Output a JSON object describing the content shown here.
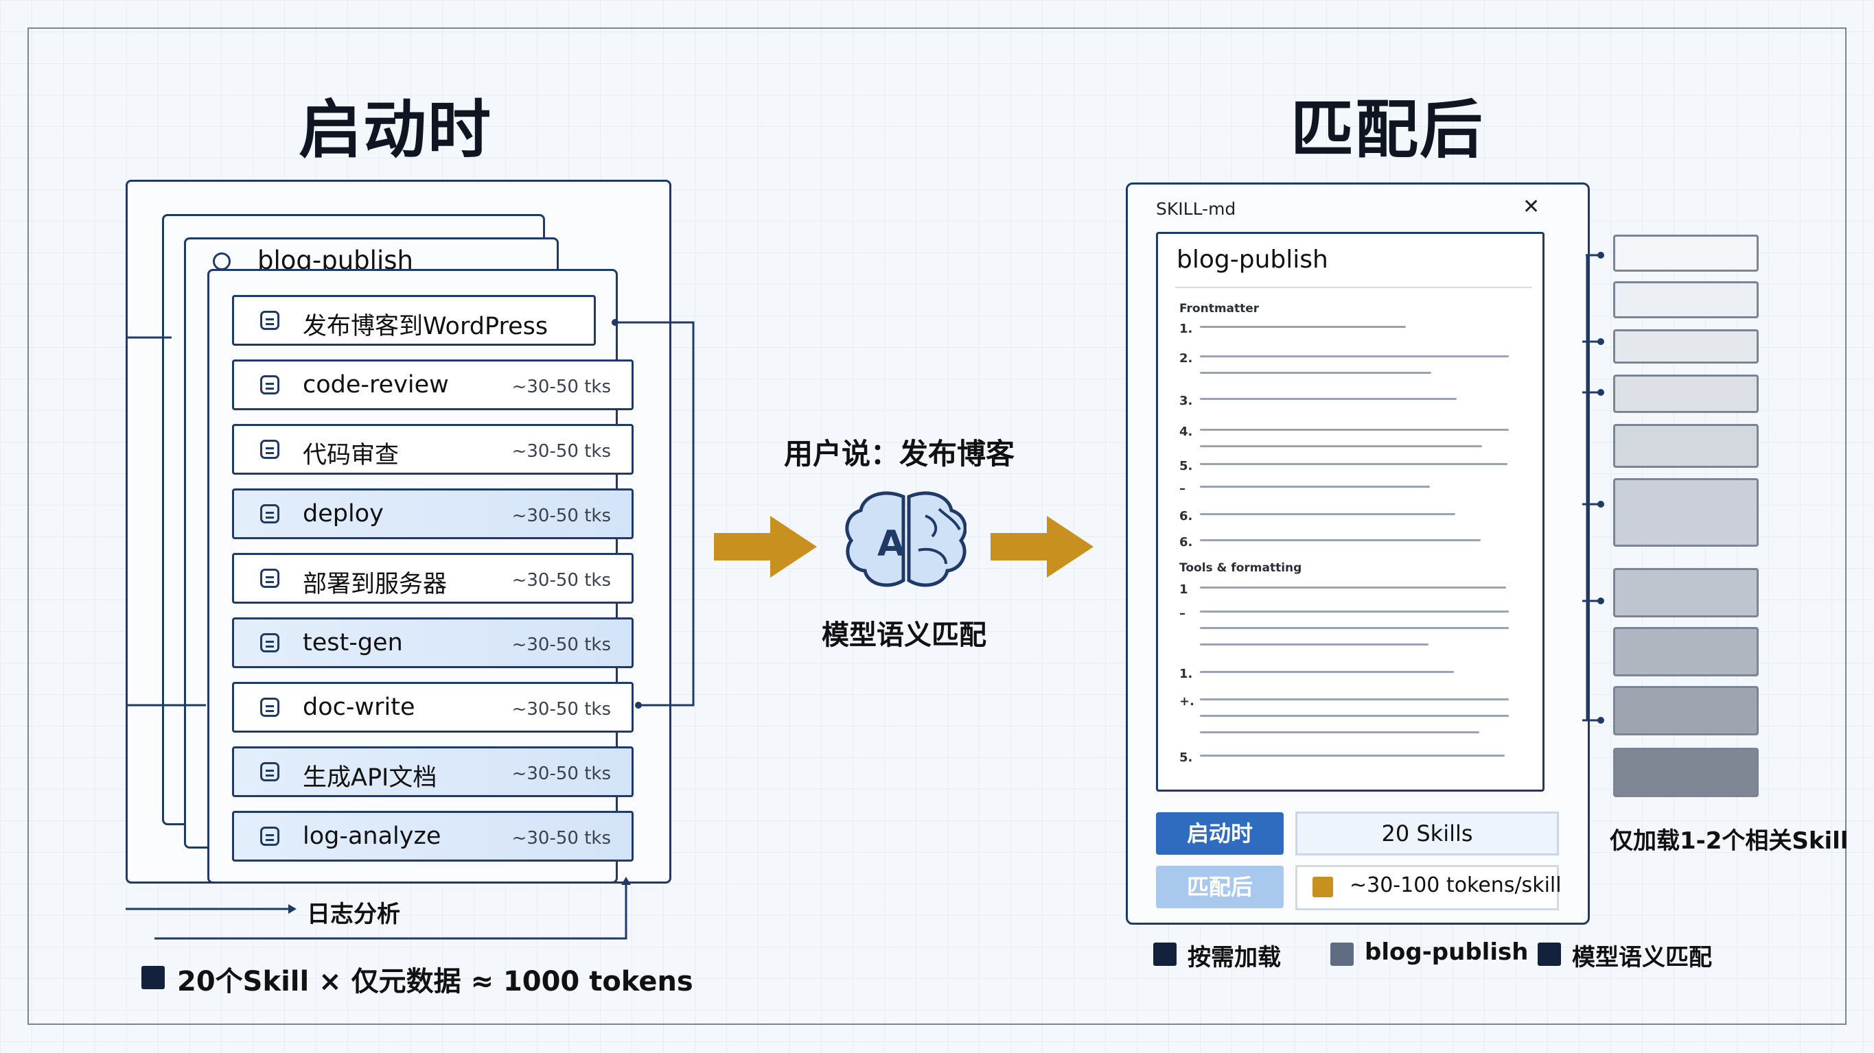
{
  "left": {
    "title": "启动时",
    "card_title": "blog-publish",
    "highlight_row": "发布博客到WordPress",
    "rows": [
      {
        "label": "code-review",
        "tokens": "~30-50 tks",
        "blue": false
      },
      {
        "label": "代码审查",
        "tokens": "~30-50 tks",
        "blue": false
      },
      {
        "label": "deploy",
        "tokens": "~30-50 tks",
        "blue": true
      },
      {
        "label": "部署到服务器",
        "tokens": "~30-50 tks",
        "blue": false
      },
      {
        "label": "test-gen",
        "tokens": "~30-50 tks",
        "blue": true
      },
      {
        "label": "doc-write",
        "tokens": "~30-50 tks",
        "blue": false
      },
      {
        "label": "生成API文档",
        "tokens": "~30-50 tks",
        "blue": true
      },
      {
        "label": "log-analyze",
        "tokens": "~30-50 tks",
        "blue": true
      }
    ],
    "below_label": "日志分析",
    "summary": "20个Skill × 仅元数据 ≈ 1000 tokens"
  },
  "middle": {
    "user_says": "用户说：发布博客",
    "brain_letter": "A",
    "match_label": "模型语义匹配"
  },
  "right": {
    "title": "匹配后",
    "window_title": "SKILL-md",
    "close_glyph": "✕",
    "doc_title": "blog-publish",
    "doc_section_1": "Frontmatter",
    "doc_section_2": "Tools & formatting",
    "doc_numbers": [
      "1.",
      "2.",
      "3.",
      "4.",
      "5.",
      "–",
      "6.",
      "6.",
      "1",
      "–",
      "1.",
      "+.",
      "5."
    ],
    "btn_startup": "启动时",
    "btn_after": "匹配后",
    "info_skills": "20 Skills",
    "info_tokens": "~30-100 tokens/skill",
    "side_caption": "仅加载1-2个相关Skill",
    "legend": [
      {
        "label": "按需加载",
        "color": "#14213d"
      },
      {
        "label": "blog-publish",
        "color": "#5f6d82"
      },
      {
        "label": "模型语义匹配",
        "color": "#14213d"
      }
    ]
  },
  "colors": {
    "navy": "#1f3a66",
    "accent_arrow": "#c8901f",
    "button_dark": "#2f6bbf",
    "button_light": "#a9c8ee",
    "token_square": "#c8901f"
  }
}
